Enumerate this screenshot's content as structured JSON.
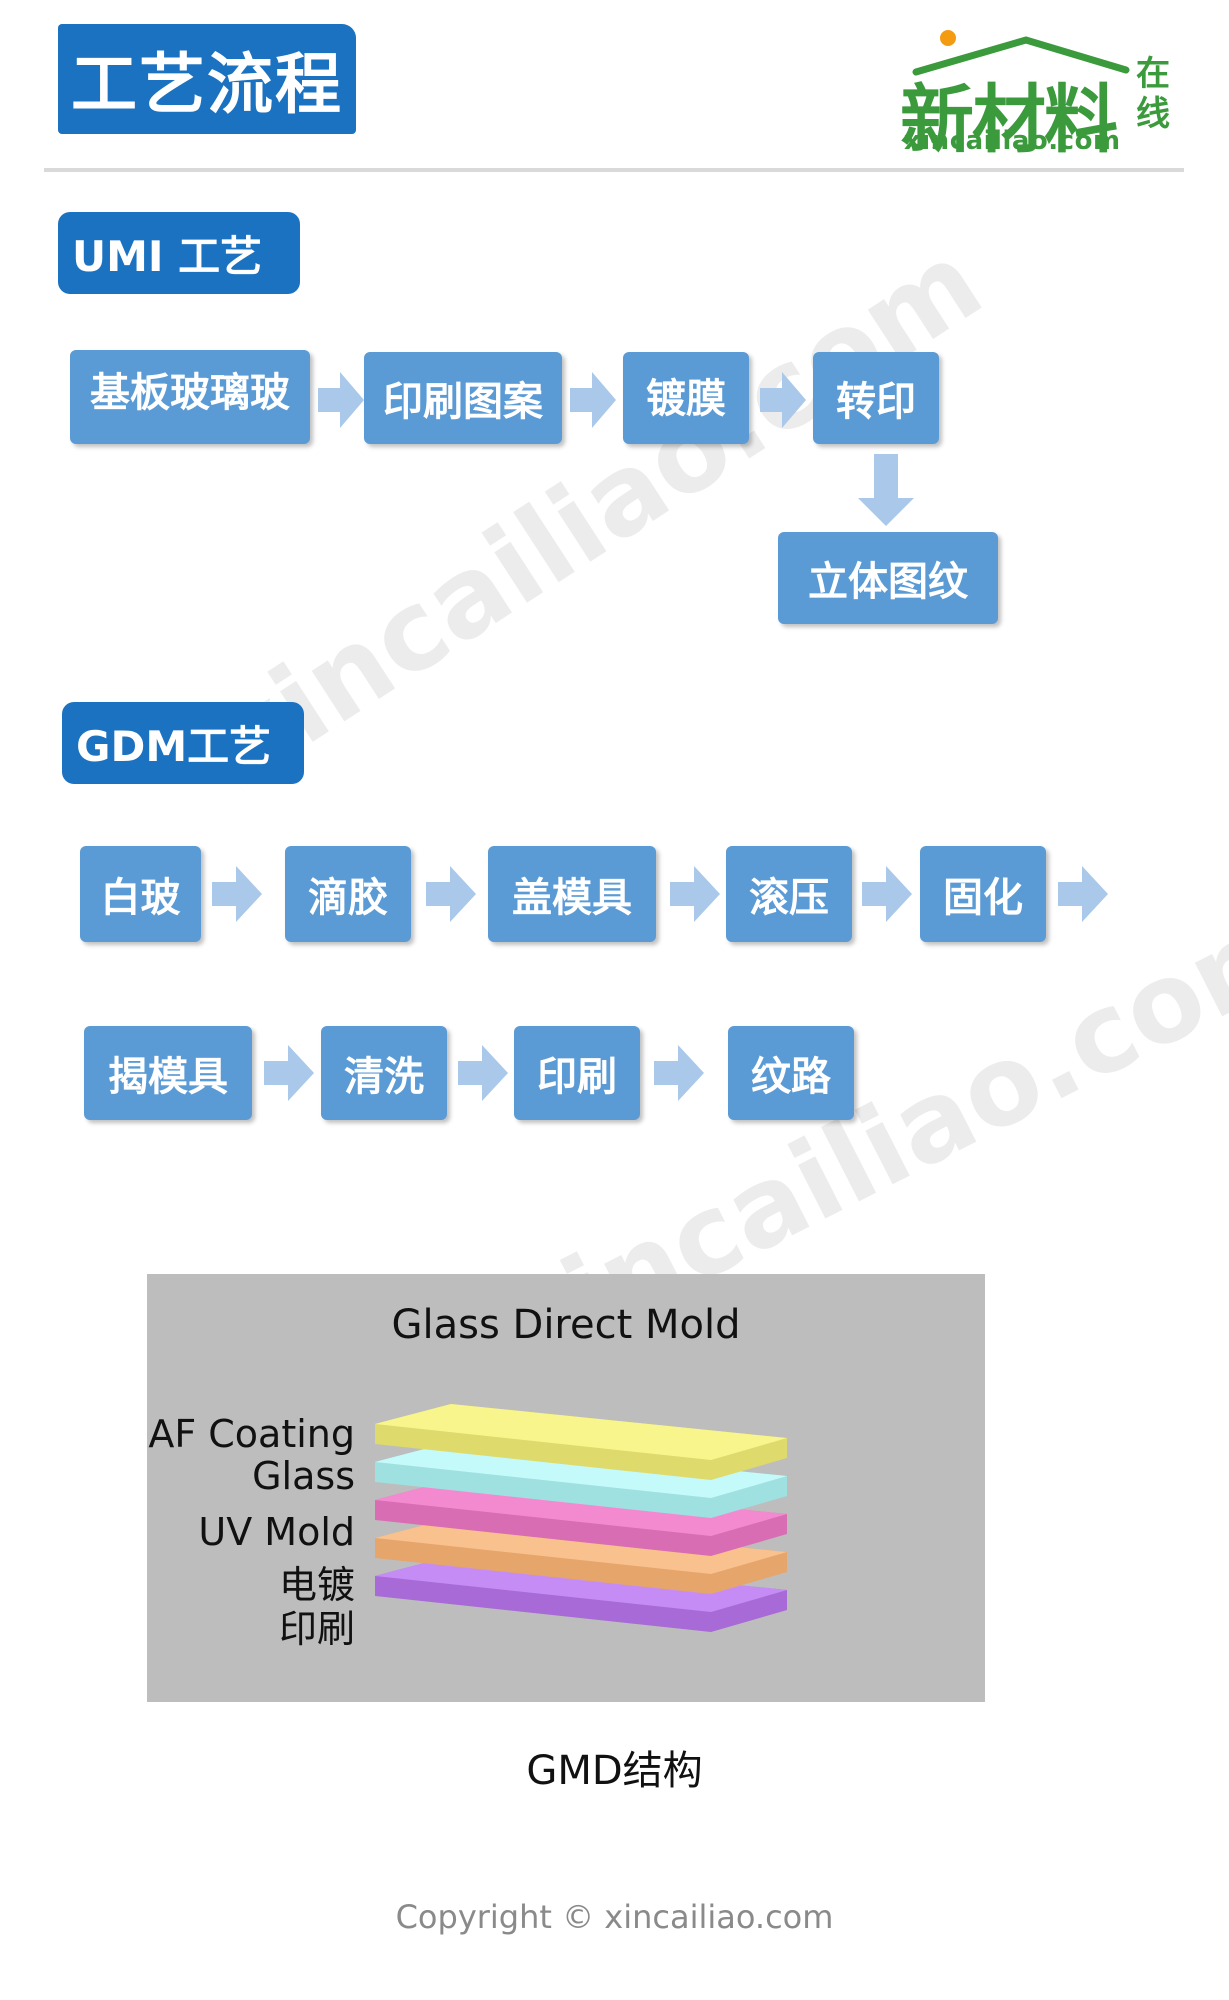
{
  "header": {
    "title": "工艺流程",
    "logo": {
      "main": "新材料",
      "side": "在线",
      "domain": "xincailiao.com",
      "color": "#3b9a3c"
    }
  },
  "colors": {
    "badge": "#1b72c0",
    "box": "#5b9bd5",
    "arrow": "#a9c8ea",
    "figure_bg": "#bdbdbd"
  },
  "umi": {
    "label": "UMI 工艺",
    "steps": [
      "基板玻璃玻",
      "印刷图案",
      "镀膜",
      "转印",
      "立体图纹"
    ]
  },
  "gdm": {
    "label": "GDM工艺",
    "row1": [
      "白玻",
      "滴胶",
      "盖模具",
      "滚压",
      "固化"
    ],
    "row2": [
      "揭模具",
      "清洗",
      "印刷",
      "纹路"
    ]
  },
  "figure": {
    "title": "Glass Direct Mold",
    "labels": [
      "AF Coating",
      "Glass",
      "UV Mold",
      "电镀",
      "印刷"
    ],
    "layer_colors": [
      "#f8f58c",
      "#c4fafa",
      "#f38ad0",
      "#f8c18e",
      "#c58cf6"
    ],
    "caption": "GMD结构"
  },
  "watermark": "xincailiao.com",
  "footer": {
    "copyright": "Copyright © xincailiao.com"
  }
}
